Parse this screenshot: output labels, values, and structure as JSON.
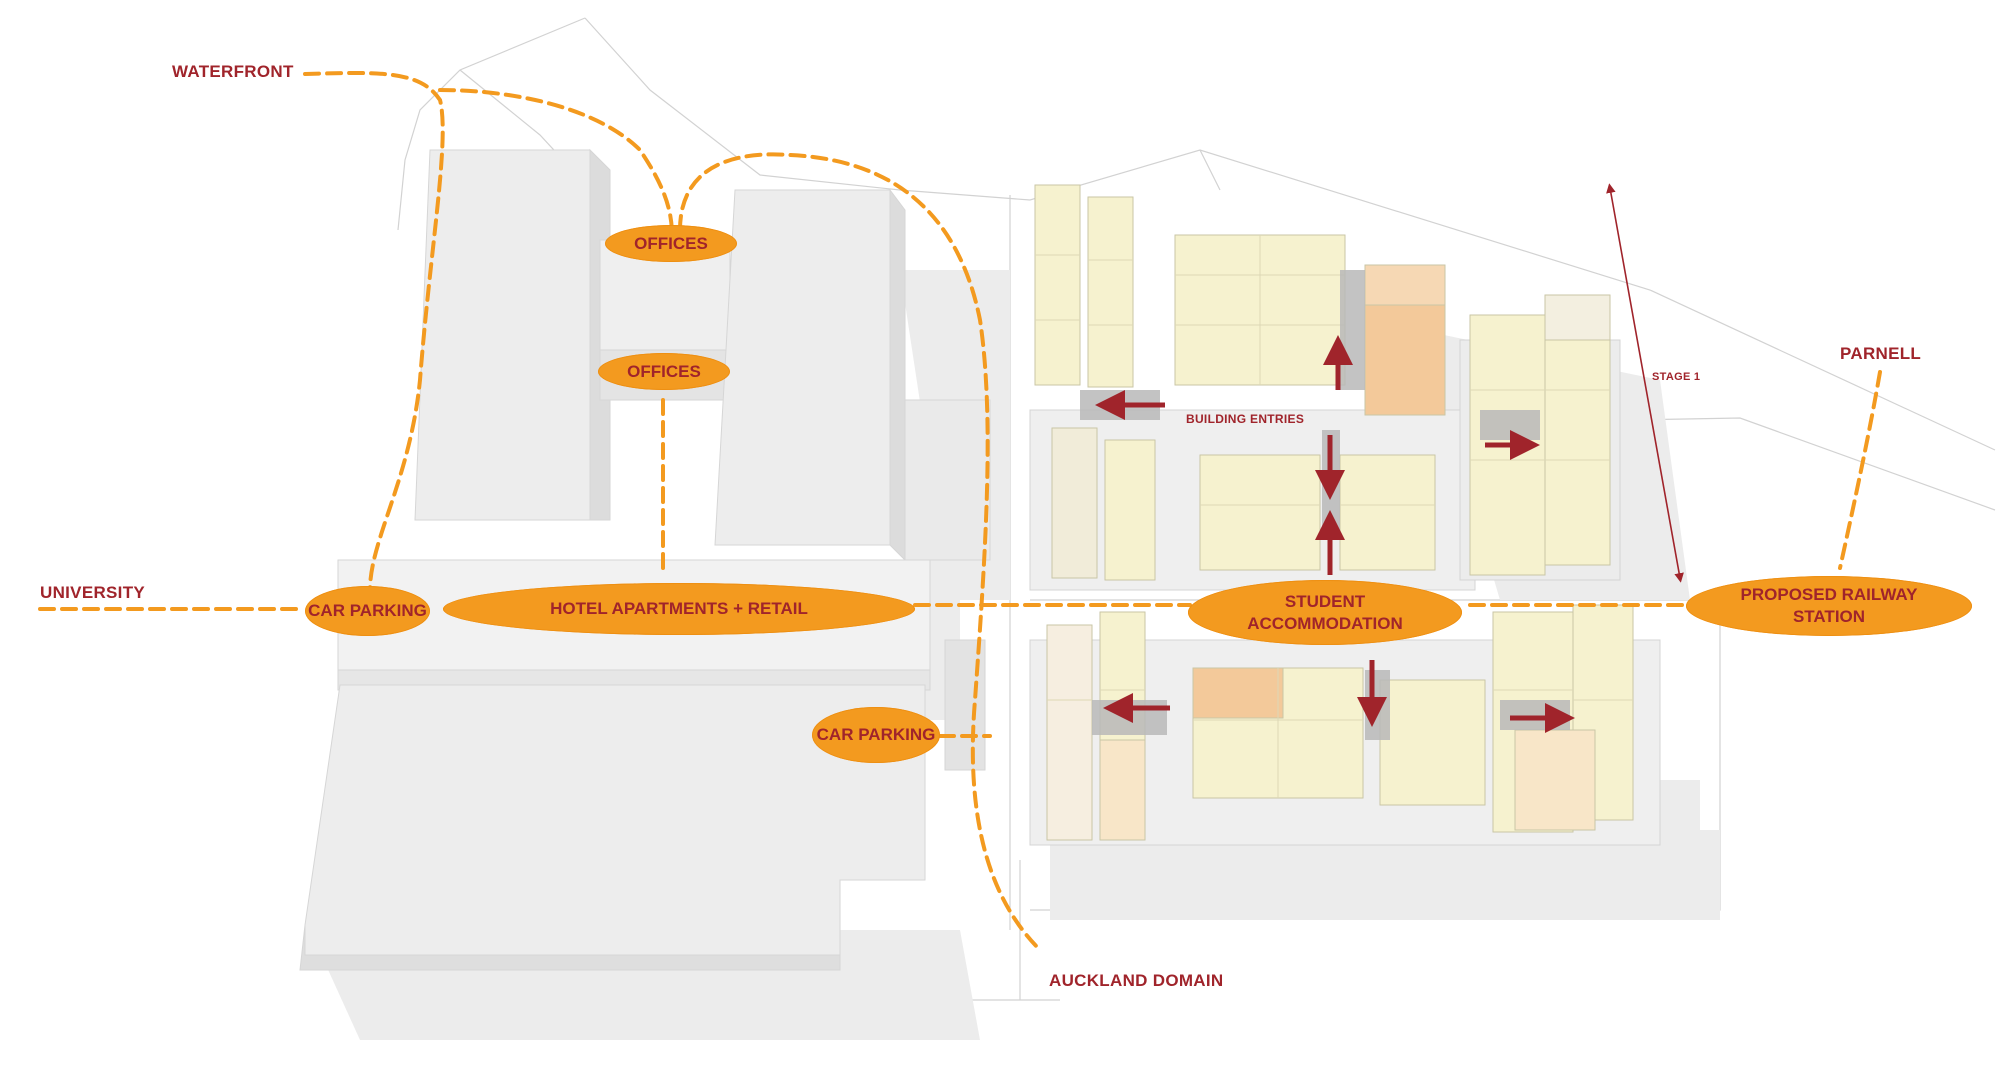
{
  "labels": {
    "waterfront": "WATERFRONT",
    "university": "UNIVERSITY",
    "parnell": "PARNELL",
    "auckland_domain": "AUCKLAND DOMAIN",
    "building_entries": "BUILDING ENTRIES",
    "stage_1": "STAGE 1"
  },
  "zones": {
    "offices_upper": "OFFICES",
    "offices_lower": "OFFICES",
    "car_parking_west": "CAR PARKING",
    "hotel_apartments": "HOTEL APARTMENTS + RETAIL",
    "car_parking_south": "CAR PARKING",
    "student_accommodation_line1": "STUDENT",
    "student_accommodation_line2": "ACCOMMODATION",
    "railway_station_line1": "PROPOSED RAILWAY",
    "railway_station_line2": "STATION"
  },
  "colors": {
    "zone_fill": "#f39a1f",
    "label_text": "#a0242b",
    "route_line": "#f39a1f",
    "entry_arrow": "#a0242b",
    "building_grey": "#ebebeb",
    "student_block": "#f6f2cf",
    "student_block_accent": "#f3c99a"
  }
}
